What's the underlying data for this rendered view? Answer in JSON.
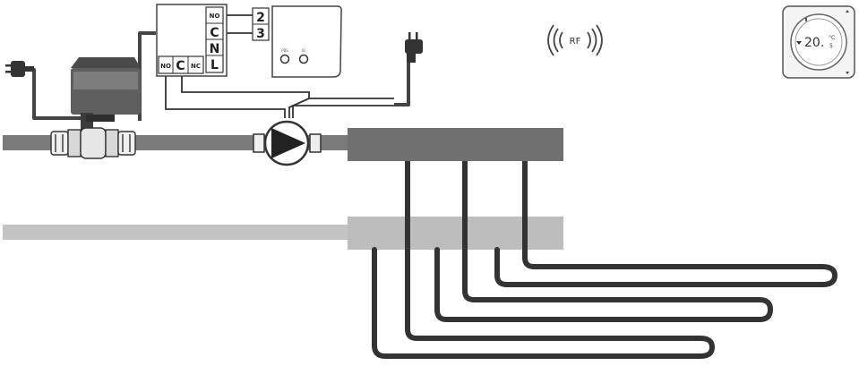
{
  "relay_terminals_top": [
    "NO",
    "C",
    "N",
    "L"
  ],
  "relay_terminals_bottom": [
    "NO",
    "C",
    "NC"
  ],
  "receiver_terminals": [
    "2",
    "3"
  ],
  "receiver_buttons": [
    "PBS",
    "ID"
  ],
  "rf_label": "RF",
  "thermostat": {
    "temperature": "20.",
    "unit": "°C",
    "decimal": "5"
  }
}
